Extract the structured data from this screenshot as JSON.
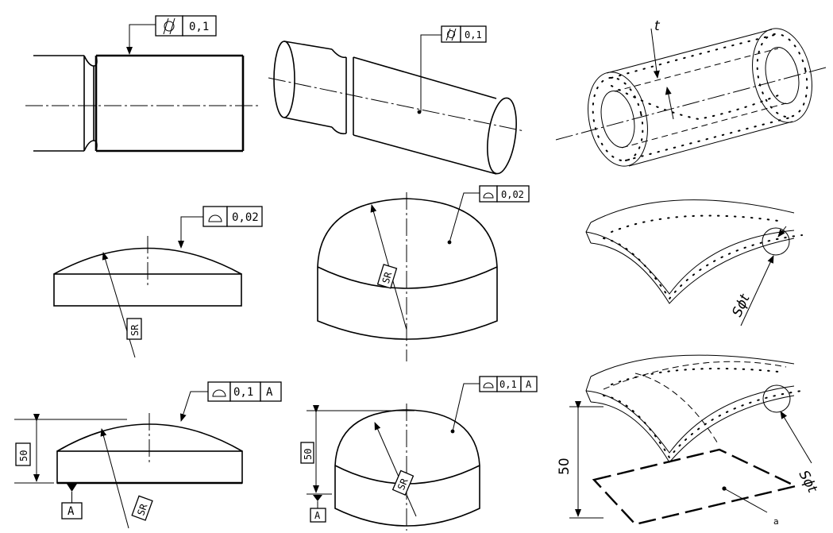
{
  "frames": {
    "cyl_2d_value": "0,1",
    "cyl_3d_value": "0,1",
    "sph_2d_value": "0,02",
    "sph_3d_value": "0,02",
    "dat_2d_value": "0,1",
    "dat_2d_datum": "A",
    "dat_3d_value": "0,1",
    "dat_3d_datum": "A"
  },
  "labels": {
    "sr": "SR",
    "datum": "A",
    "height_boxed": "50",
    "height_plain": "50",
    "zone_t": "t",
    "zone_sphere": "Sϕt",
    "note_a": "a"
  },
  "symbols": {
    "cylindricity": "cylindricity-symbol",
    "surface_profile": "surface-profile-symbol",
    "datum_triangle": "datum-triangle"
  }
}
